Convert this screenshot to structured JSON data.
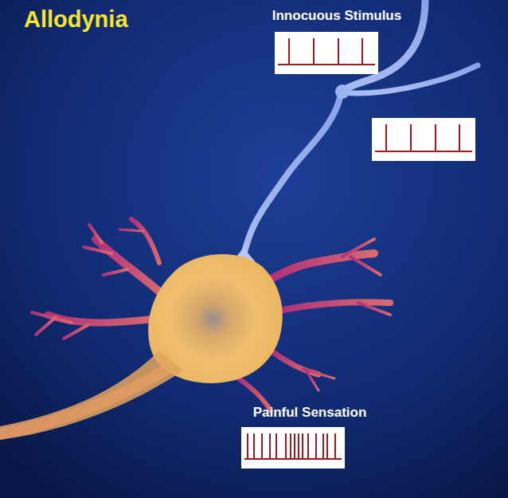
{
  "diagram": {
    "title": "Allodynia",
    "labels": [
      "Innocuous Stimulus",
      "Painful Sensation"
    ]
  }
}
